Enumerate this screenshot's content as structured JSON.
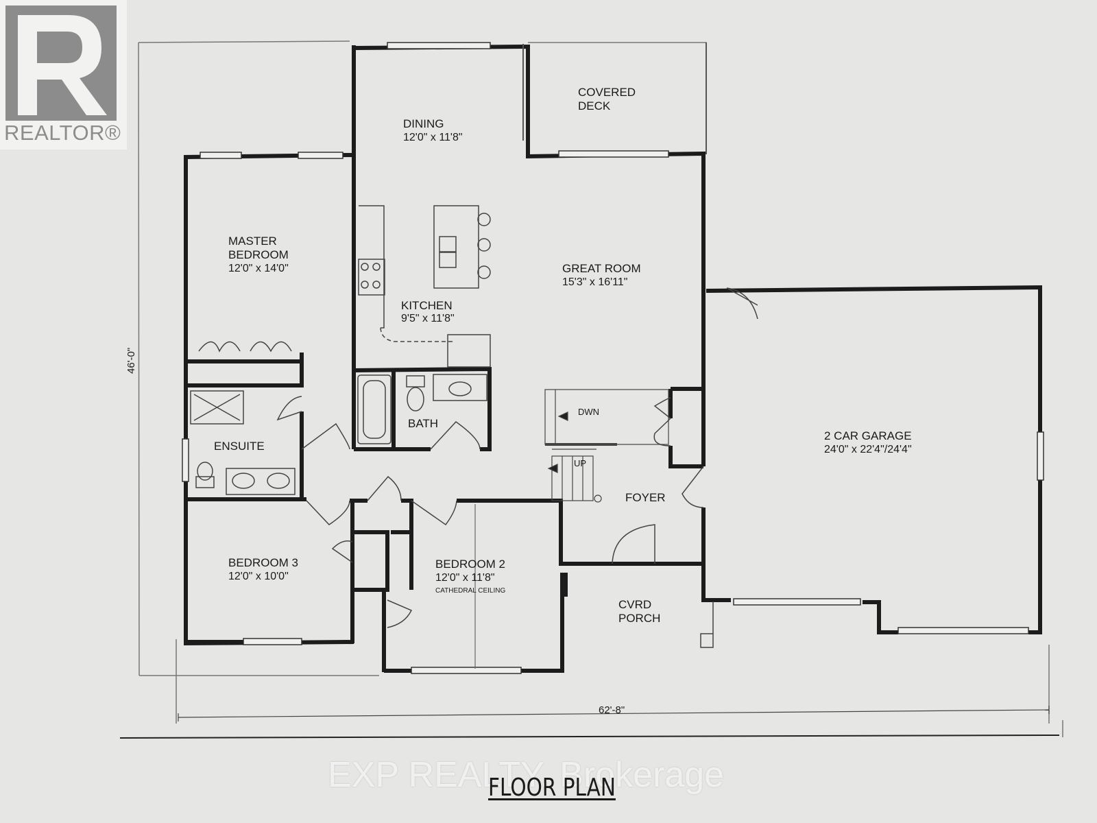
{
  "logo": {
    "text": "REALTOR®"
  },
  "watermark": "EXP REALTY, Brokerage",
  "caption": "FLOOR PLAN",
  "dimensions": {
    "overall_width": "62'-8\"",
    "overall_depth": "46'-0\""
  },
  "rooms": {
    "covered_deck": {
      "line1": "COVERED",
      "line2": "DECK"
    },
    "dining": {
      "name": "DINING",
      "size": "12'0\" x 11'8\""
    },
    "master_bedroom": {
      "line1": "MASTER",
      "line2": "BEDROOM",
      "size": "12'0\" x 14'0\""
    },
    "great_room": {
      "name": "GREAT ROOM",
      "size": "15'3\" x 16'11\""
    },
    "kitchen": {
      "name": "KITCHEN",
      "size": "9'5\" x 11'8\""
    },
    "bath": {
      "name": "BATH"
    },
    "ensuite": {
      "name": "ENSUITE"
    },
    "garage": {
      "name": "2 CAR GARAGE",
      "size": "24'0\" x 22'4\"/24'4\""
    },
    "foyer": {
      "name": "FOYER"
    },
    "bedroom3": {
      "name": "BEDROOM 3",
      "size": "12'0\" x 10'0\""
    },
    "bedroom2": {
      "name": "BEDROOM 2",
      "size": "12'0\" x 11'8\"",
      "note": "CATHEDRAL CEILING"
    },
    "porch": {
      "line1": "CVRD",
      "line2": "PORCH"
    }
  },
  "stairs": {
    "down": "DWN",
    "up": "UP"
  }
}
